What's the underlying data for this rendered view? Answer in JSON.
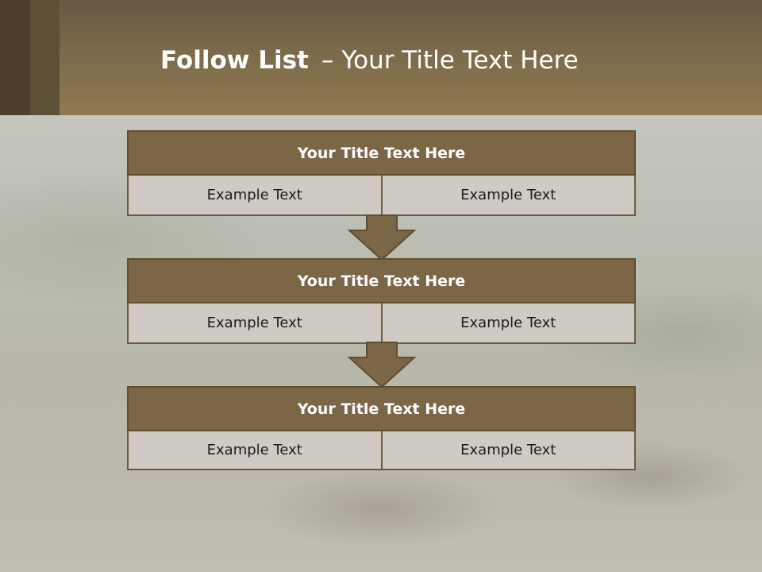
{
  "header": {
    "title_bold": "Follow List",
    "title_sep": "–",
    "title_rest": "Your Title Text Here"
  },
  "steps": [
    {
      "title": "Your Title Text Here",
      "left": "Example Text",
      "right": "Example Text"
    },
    {
      "title": "Your Title Text Here",
      "left": "Example Text",
      "right": "Example Text"
    },
    {
      "title": "Your Title Text Here",
      "left": "Example Text",
      "right": "Example Text"
    }
  ],
  "colors": {
    "header": "#7b6a4b",
    "box_title": "#7b6646",
    "box_cell": "#cfcac4",
    "arrow": "#7b6646"
  }
}
